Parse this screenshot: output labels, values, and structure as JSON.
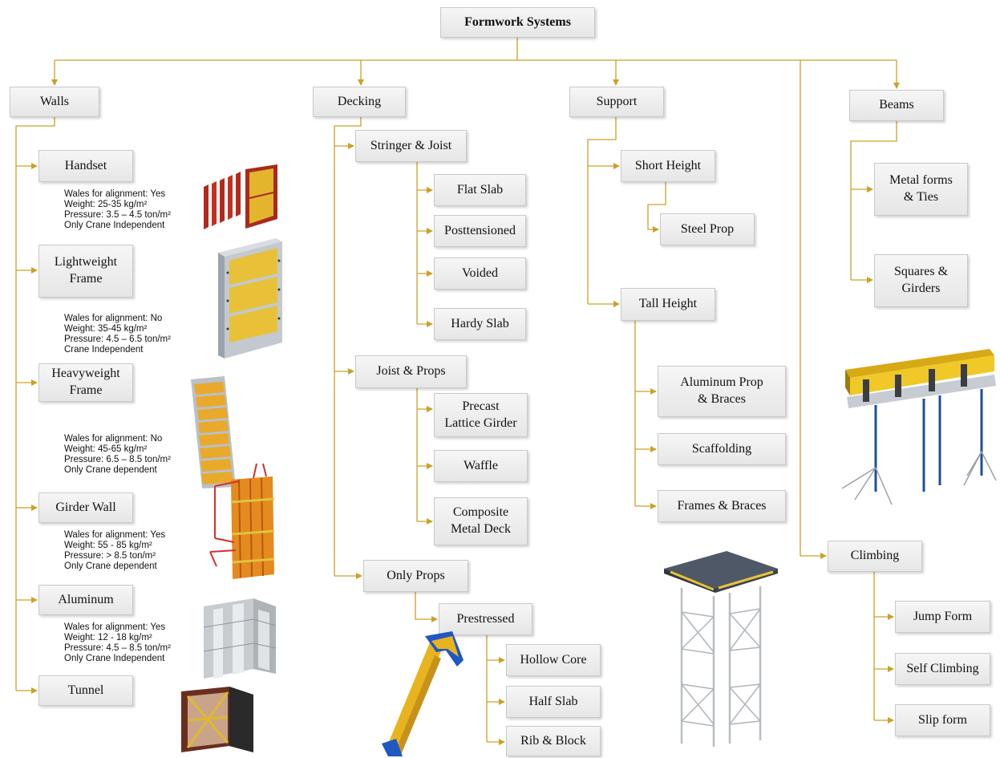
{
  "colors": {
    "connector": "#c9a227",
    "node_fill_top": "#f6f6f6",
    "node_fill_bottom": "#e6e6e6",
    "node_border": "#c9c9c9"
  },
  "root": {
    "label": "Formwork Systems"
  },
  "categories": {
    "walls": "Walls",
    "decking": "Decking",
    "support": "Support",
    "beams": "Beams",
    "climbing": "Climbing"
  },
  "walls": {
    "handset": "Handset",
    "lightweight": [
      "Lightweight",
      "Frame"
    ],
    "heavyweight": [
      "Heavyweight",
      "Frame"
    ],
    "girder": "Girder Wall",
    "aluminum": "Aluminum",
    "tunnel": "Tunnel"
  },
  "wall_notes": {
    "handset": [
      "Wales for alignment: Yes",
      "Weight: 25-35 kg/m²",
      "Pressure: 3.5 – 4.5 ton/m²",
      "Only Crane Independent"
    ],
    "lightweight": [
      "Wales for alignment: No",
      "Weight: 35-45 kg/m²",
      "Pressure: 4.5 – 6.5 ton/m²",
      "Crane Independent"
    ],
    "heavyweight": [
      "Wales for alignment: No",
      "Weight: 45-65 kg/m²",
      "Pressure: 6.5 – 8.5 ton/m²",
      "Only Crane dependent"
    ],
    "girder": [
      "Wales for alignment: Yes",
      "Weight: 55 - 85 kg/m²",
      "Pressure: > 8.5 ton/m²",
      "Only Crane dependent"
    ],
    "aluminum": [
      "Wales for alignment: Yes",
      "Weight: 12 - 18 kg/m²",
      "Pressure: 4.5 – 8.5 ton/m²",
      "Only Crane Independent"
    ]
  },
  "decking": {
    "stringer_joist": "Stringer & Joist",
    "flat_slab": "Flat Slab",
    "posttensioned": "Posttensioned",
    "voided": "Voided",
    "hardy_slab": "Hardy Slab",
    "joist_props": "Joist & Props",
    "precast": [
      "Precast",
      "Lattice Girder"
    ],
    "waffle": "Waffle",
    "composite": [
      "Composite",
      "Metal Deck"
    ],
    "only_props": "Only Props",
    "prestressed": "Prestressed",
    "hollow_core": "Hollow Core",
    "half_slab": "Half Slab",
    "rib_block": "Rib & Block"
  },
  "support": {
    "short_height": "Short Height",
    "steel_prop": "Steel Prop",
    "tall_height": "Tall Height",
    "aluminum_prop": [
      "Aluminum Prop",
      "& Braces"
    ],
    "scaffolding": "Scaffolding",
    "frames_braces": "Frames & Braces"
  },
  "beams": {
    "metal_forms": [
      "Metal forms",
      "& Ties"
    ],
    "squares": [
      "Squares &",
      "Girders"
    ]
  },
  "climbing": {
    "jump_form": "Jump Form",
    "self_climbing": "Self Climbing",
    "slip_form": "Slip form"
  }
}
